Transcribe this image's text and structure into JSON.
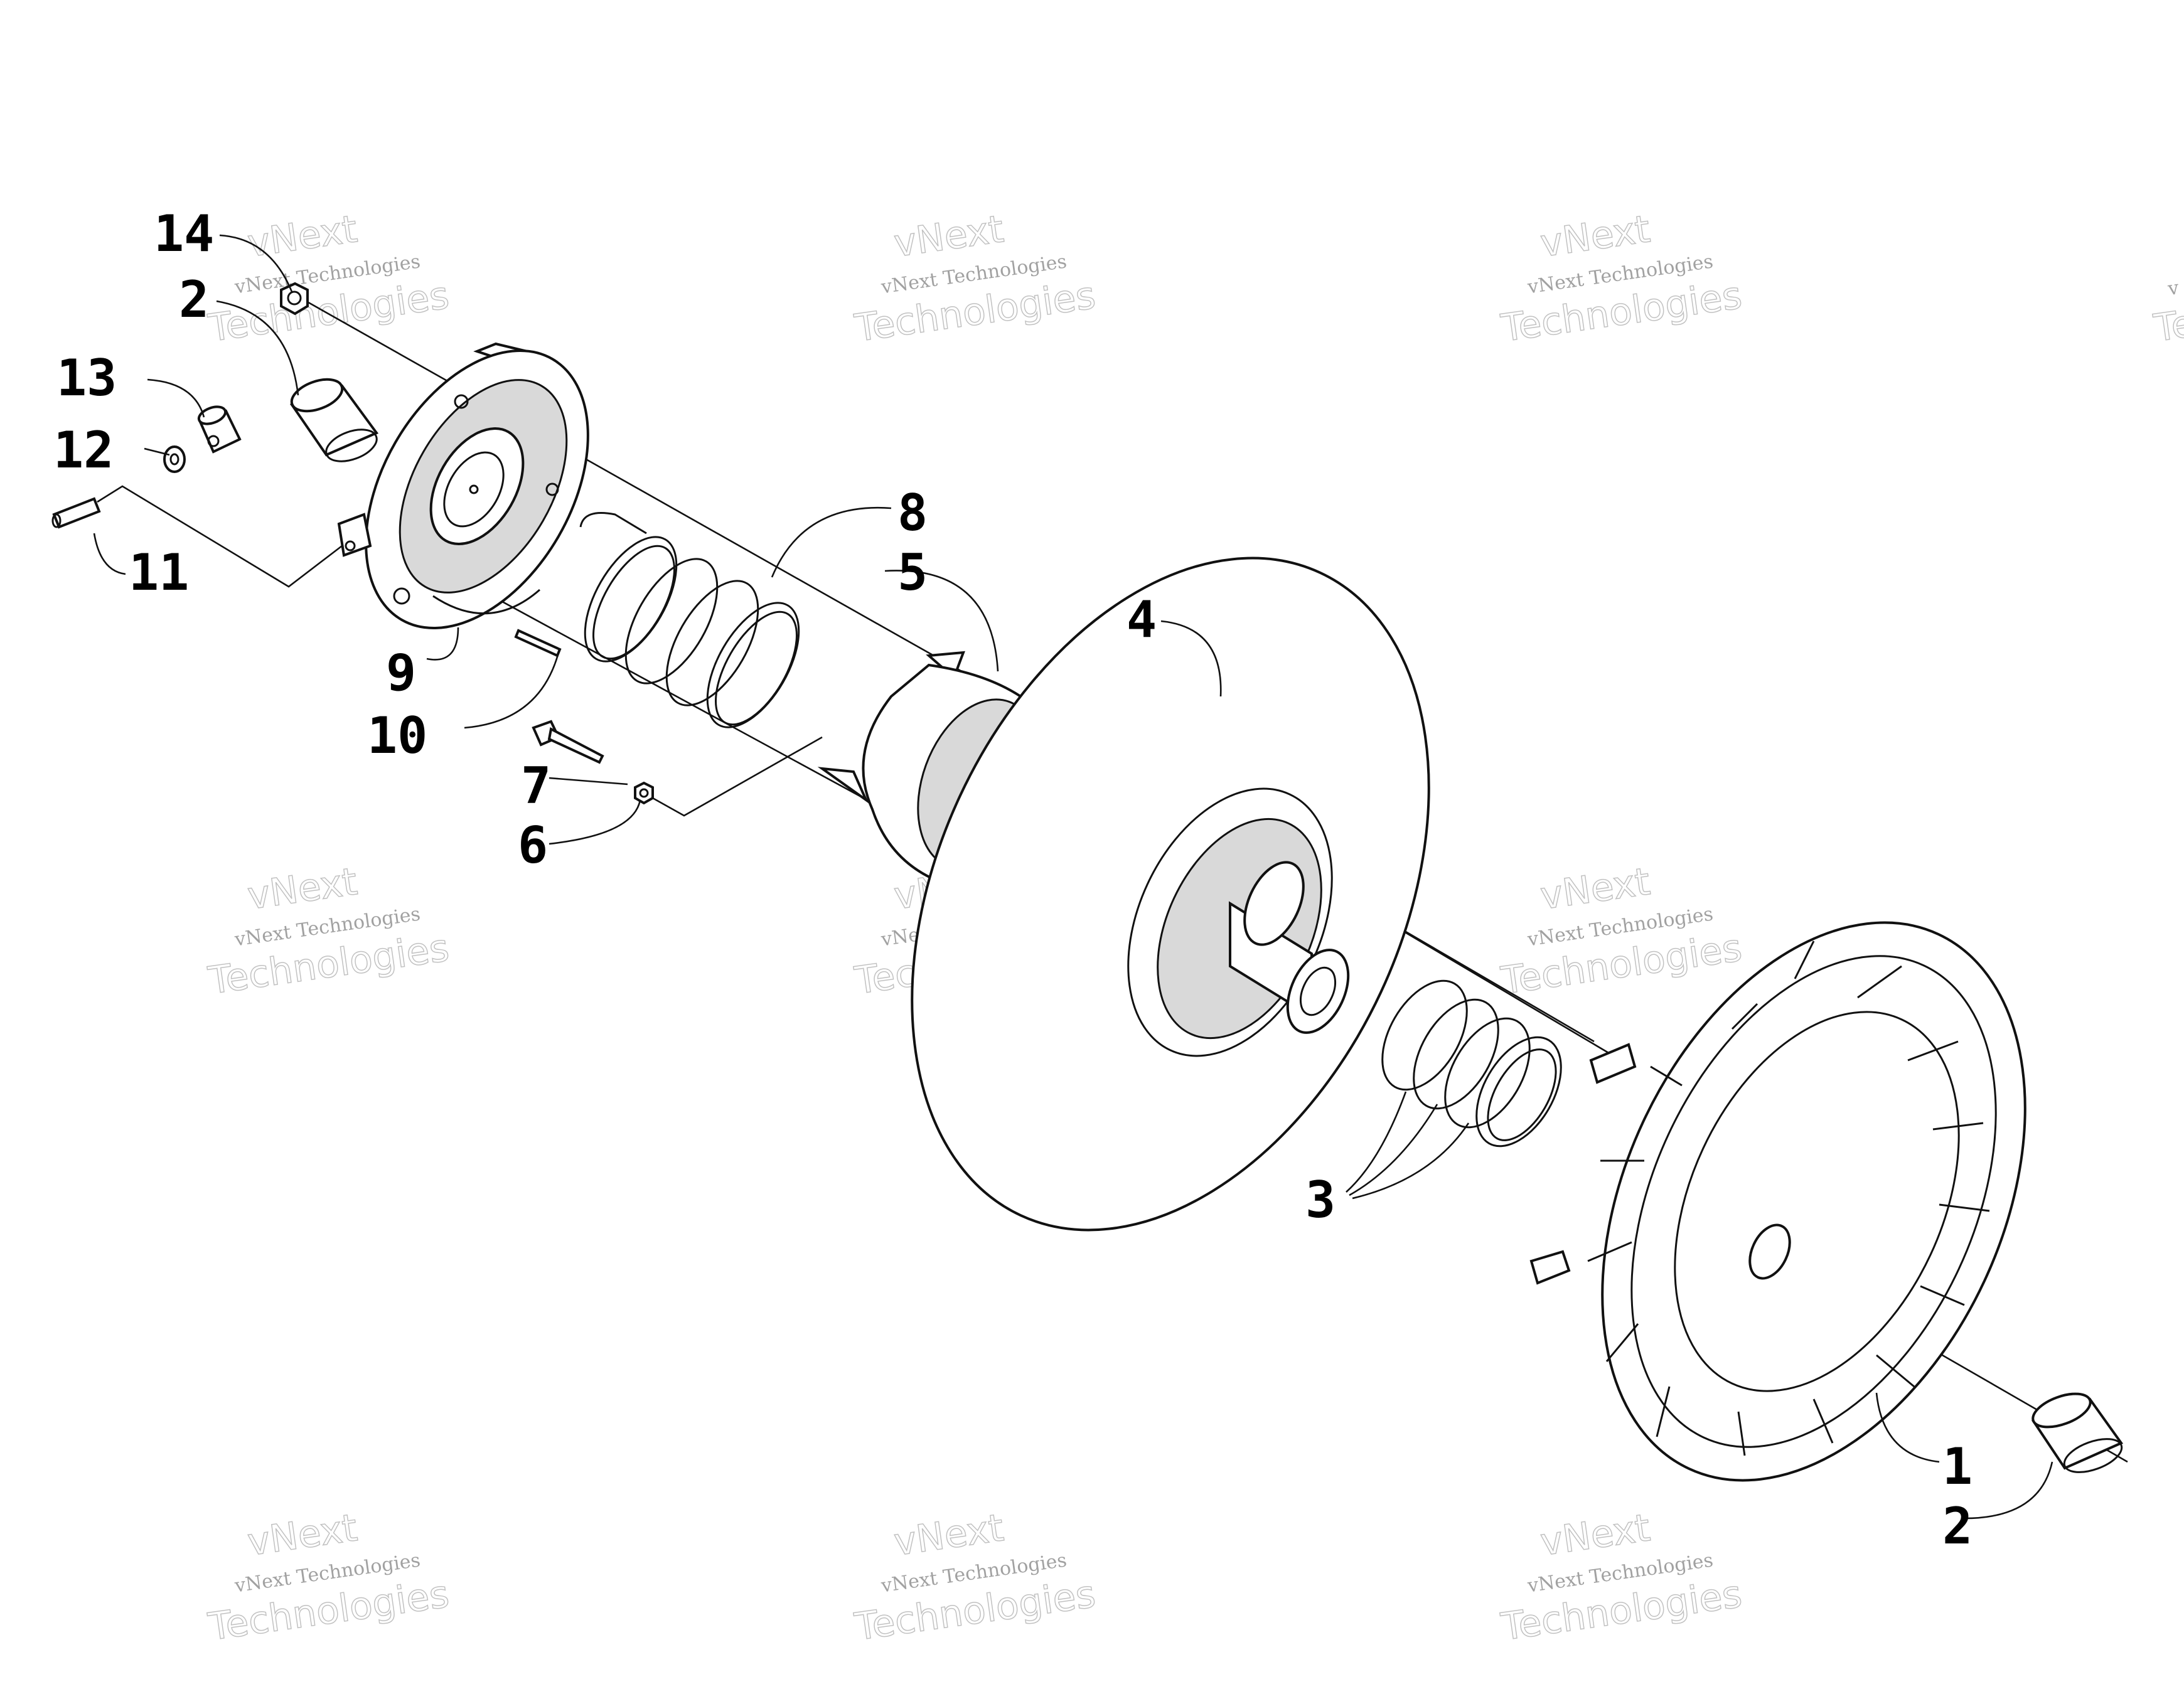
{
  "diagram": {
    "callouts": [
      {
        "id": "c14",
        "text": "14"
      },
      {
        "id": "c2a",
        "text": "2"
      },
      {
        "id": "c13",
        "text": "13"
      },
      {
        "id": "c12",
        "text": "12"
      },
      {
        "id": "c11",
        "text": "11"
      },
      {
        "id": "c9",
        "text": "9"
      },
      {
        "id": "c10",
        "text": "10"
      },
      {
        "id": "c8",
        "text": "8"
      },
      {
        "id": "c5",
        "text": "5"
      },
      {
        "id": "c7",
        "text": "7"
      },
      {
        "id": "c6",
        "text": "6"
      },
      {
        "id": "c4",
        "text": "4"
      },
      {
        "id": "c3",
        "text": "3"
      },
      {
        "id": "c1",
        "text": "1"
      },
      {
        "id": "c2b",
        "text": "2"
      }
    ]
  },
  "watermark": {
    "line_vnext": "vNext",
    "line_small": "vNext Technologies",
    "line_large": "Technologies"
  }
}
